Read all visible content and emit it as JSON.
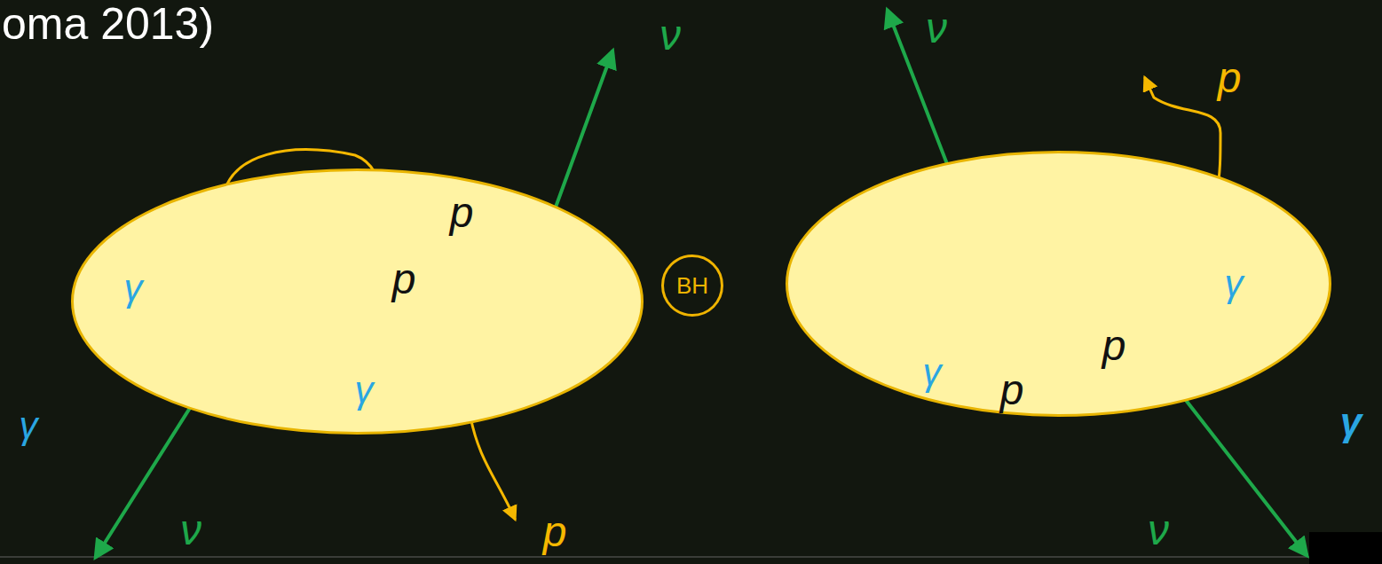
{
  "diagram": {
    "nodes": [
      {
        "text": [
          "p",
          "γ",
          "p",
          "γ"
        ]
      },
      {
        "text": [
          "BH"
        ]
      },
      {
        "text": [
          "γ",
          "p",
          "γ",
          "p"
        ]
      }
    ],
    "edges": [
      {
        "from": 0,
        "to": 1,
        "arrow": "to"
      },
      {
        "from": 2,
        "to": 1,
        "arrow": "to"
      }
    ],
    "labels": [
      "oma 2013)",
      "ν",
      "ν",
      "p",
      "γ",
      "ν",
      "p",
      "ν",
      "γ"
    ]
  }
}
